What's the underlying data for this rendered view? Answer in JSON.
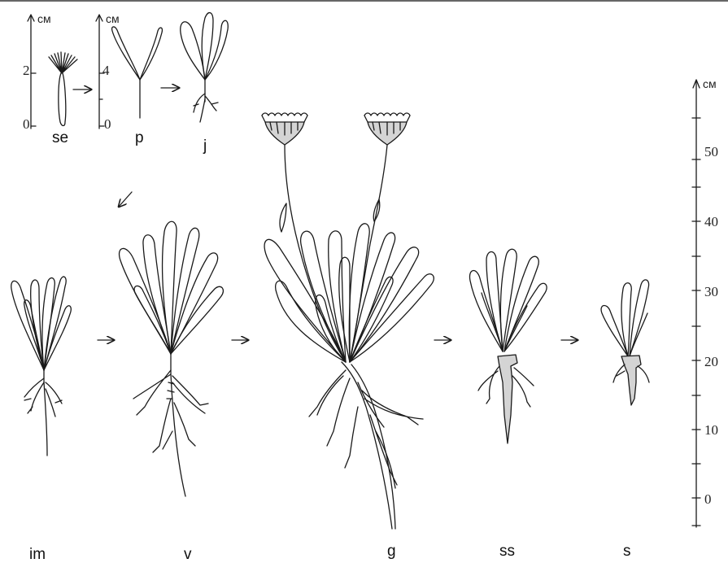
{
  "stages": {
    "se": "se",
    "p": "p",
    "j": "j",
    "im": "im",
    "v": "v",
    "g": "g",
    "ss": "ss",
    "s": "s"
  },
  "scales": {
    "se": {
      "unit": "см",
      "ticks": [
        "0",
        "2"
      ]
    },
    "p": {
      "unit": "см",
      "ticks": [
        "0",
        "4"
      ]
    },
    "main": {
      "unit": "см",
      "ticks": [
        "0",
        "10",
        "20",
        "30",
        "40",
        "50"
      ]
    }
  },
  "colors": {
    "ink": "#1a1a1a",
    "fill": "#d4d4d4"
  }
}
